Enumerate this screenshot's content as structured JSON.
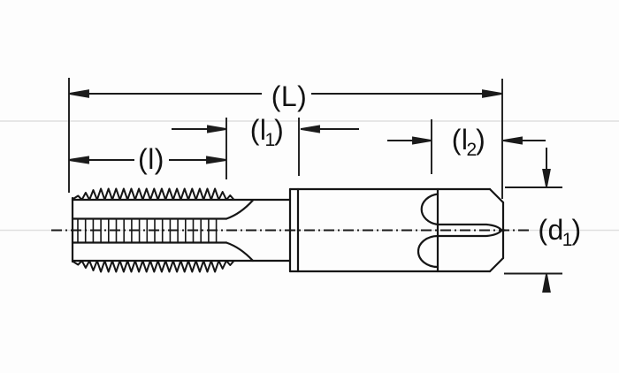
{
  "figure": {
    "type": "technical-drawing",
    "subject": "hand tap (threading tool) side view with dimension callouts",
    "background_color": "#fdfdfd",
    "line_color": "#1b1b1b",
    "artifact_line_color": "#e6e6e6"
  },
  "labels": {
    "L": {
      "base": "(L)"
    },
    "l": {
      "base": "(l)"
    },
    "l1": {
      "base": "(l",
      "sub": "1",
      "close": ")"
    },
    "l2": {
      "base": "(l",
      "sub": "2",
      "close": ")"
    },
    "d1": {
      "base": "(d",
      "sub": "1",
      "close": ")"
    }
  }
}
